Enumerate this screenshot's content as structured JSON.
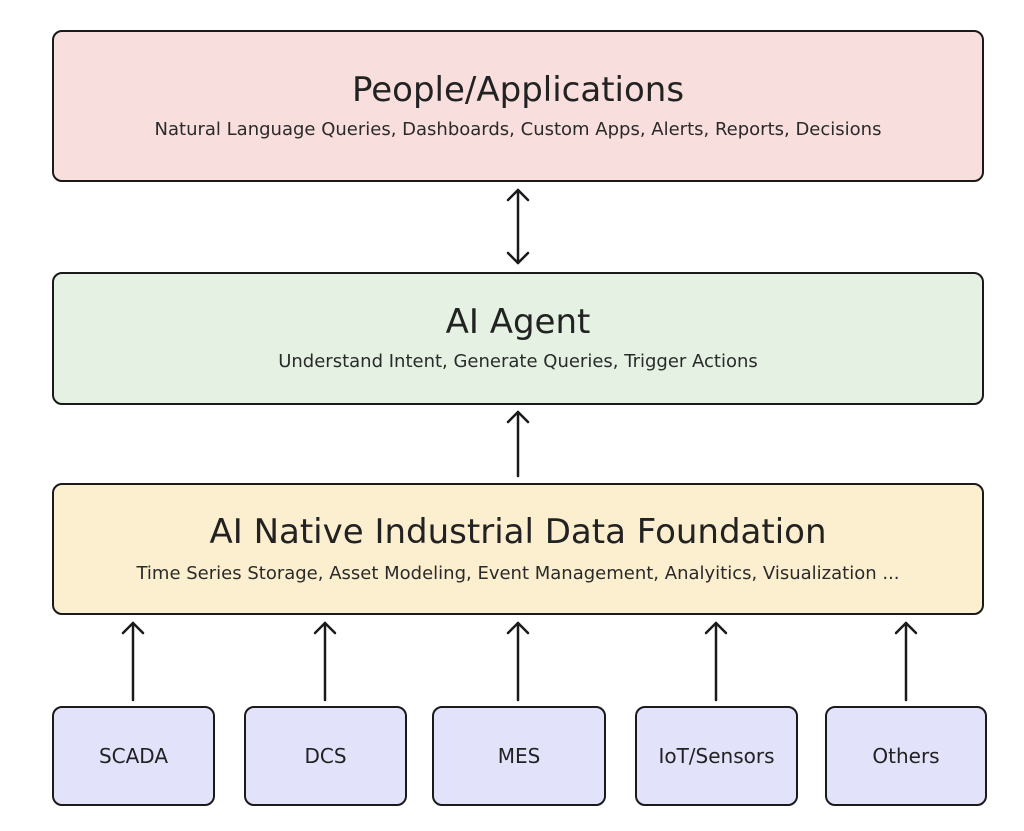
{
  "layers": {
    "people": {
      "title": "People/Applications",
      "subtitle": "Natural Language Queries, Dashboards, Custom Apps, Alerts, Reports, Decisions",
      "color": "#f8dedd"
    },
    "agent": {
      "title": "AI Agent",
      "subtitle": "Understand Intent, Generate Queries, Trigger Actions",
      "color": "#e4f1e3"
    },
    "foundation": {
      "title": "AI Native Industrial Data Foundation",
      "subtitle": "Time Series Storage, Asset Modeling, Event Management, Analyitics, Visualization ...",
      "color": "#fcefcf"
    }
  },
  "sources": [
    {
      "label": "SCADA"
    },
    {
      "label": "DCS"
    },
    {
      "label": "MES"
    },
    {
      "label": "IoT/Sensors"
    },
    {
      "label": "Others"
    }
  ],
  "source_color": "#e3e2fb",
  "connections": [
    {
      "from": "agent",
      "to": "people",
      "direction": "bidirectional"
    },
    {
      "from": "foundation",
      "to": "agent",
      "direction": "up"
    },
    {
      "from": "SCADA",
      "to": "foundation",
      "direction": "up"
    },
    {
      "from": "DCS",
      "to": "foundation",
      "direction": "up"
    },
    {
      "from": "MES",
      "to": "foundation",
      "direction": "up"
    },
    {
      "from": "IoT/Sensors",
      "to": "foundation",
      "direction": "up"
    },
    {
      "from": "Others",
      "to": "foundation",
      "direction": "up"
    }
  ]
}
